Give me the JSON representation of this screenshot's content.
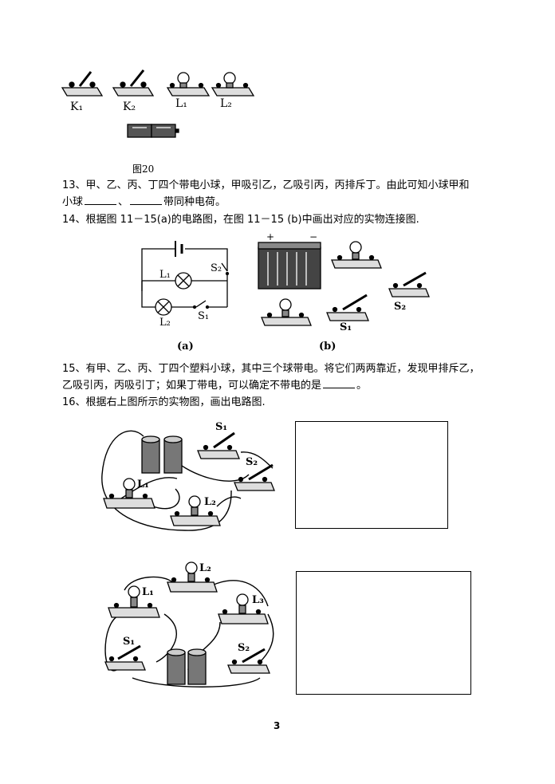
{
  "fig20": {
    "labels": [
      "K₁",
      "K₂",
      "L₁",
      "L₂"
    ],
    "caption": "图20"
  },
  "q13": {
    "line1": "13、甲、乙、丙、丁四个带电小球，甲吸引乙，乙吸引丙，丙排斥丁。由此可知小球甲和",
    "line2_pre": "小球",
    "line2_mid": "、",
    "line2_post": "带同种电荷。"
  },
  "q14": {
    "text": "14、根据图 11－15(a)的电路图，在图 11－15 (b)中画出对应的实物连接图.",
    "circuit_labels": {
      "l1": "L₁",
      "l2": "L₂",
      "s1": "S₁",
      "s2": "S₂"
    },
    "caption_a": "(a)",
    "caption_b": "(b)",
    "battery_plus": "+",
    "battery_minus": "−",
    "real_labels": {
      "s1": "S₁",
      "s2": "S₂"
    }
  },
  "q15": {
    "line1": "15、有甲、乙、丙、丁四个塑料小球，其中三个球带电。将它们两两靠近，发现甲排斥乙，",
    "line2_pre": "乙吸引丙，丙吸引丁；如果丁带电，可以确定不带电的是",
    "line2_post": "。"
  },
  "q16": {
    "text": "16、根据右上图所示的实物图，画出电路图.",
    "diagram1_labels": {
      "s1": "S₁",
      "s2": "S₂",
      "l1": "L₁",
      "l2": "L₂"
    },
    "diagram2_labels": {
      "l1": "L₁",
      "l2": "L₂",
      "l3": "L₃",
      "s1": "S₁",
      "s2": "S₂"
    }
  },
  "page_number": "3"
}
